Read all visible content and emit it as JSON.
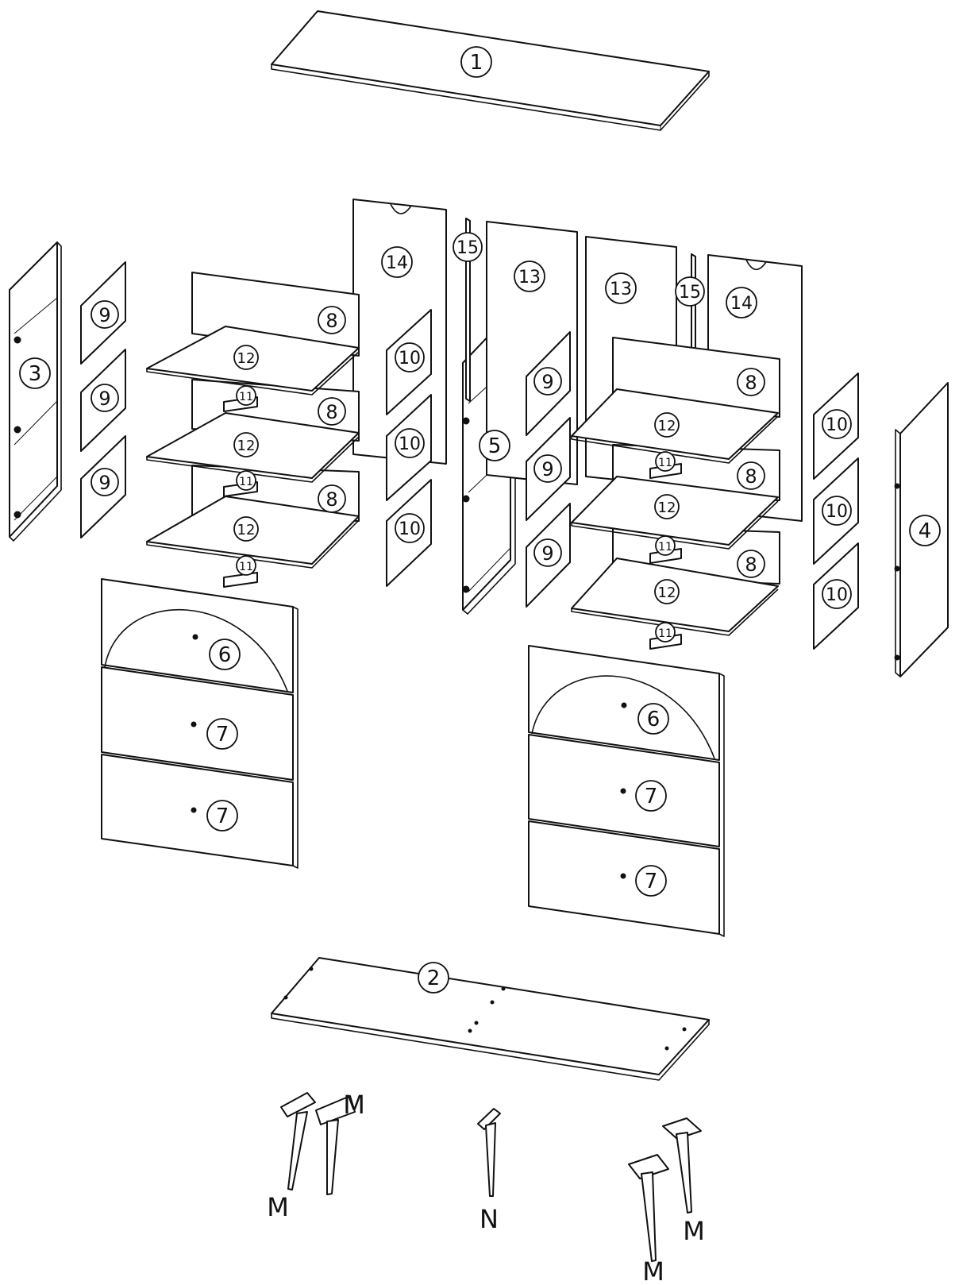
{
  "colors": {
    "line": "#111111",
    "background": "#ffffff"
  },
  "labels": {
    "p1": "1",
    "p2": "2",
    "p3": "3",
    "p4": "4",
    "p5": "5",
    "p6": "6",
    "p7": "7",
    "p8": "8",
    "p9": "9",
    "p10": "10",
    "p11": "11",
    "p12": "12",
    "p13": "13",
    "p14": "14",
    "p15": "15",
    "leg_m": "M",
    "leg_n": "N"
  }
}
